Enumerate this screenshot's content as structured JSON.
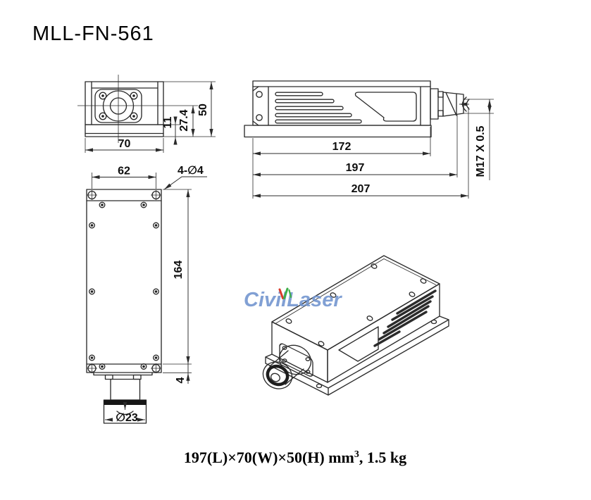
{
  "title": "MLL-FN-561",
  "watermark": {
    "text": "CivilLaser"
  },
  "caption": {
    "pre": "197(L)×70(W)×50(H) mm",
    "sup": "3",
    "post": ", 1.5 kg"
  },
  "front_view": {
    "width": "70",
    "height": "50",
    "beam_height": "27.4",
    "base_height": "11"
  },
  "side_view": {
    "body_length": "172",
    "length_to_thread": "197",
    "total_length": "207",
    "thread_spec": "M17 X 0.5"
  },
  "top_view": {
    "mount_hole_spacing": "62",
    "mount_holes": "4-∅4",
    "body_length": "164",
    "base_lip": "4",
    "barrel_diameter": "∅23"
  },
  "colors": {
    "line": "#2b2b2b",
    "watermark_blue": "#7094cf",
    "accent_red": "#d93a2b",
    "accent_green": "#3fae49"
  }
}
